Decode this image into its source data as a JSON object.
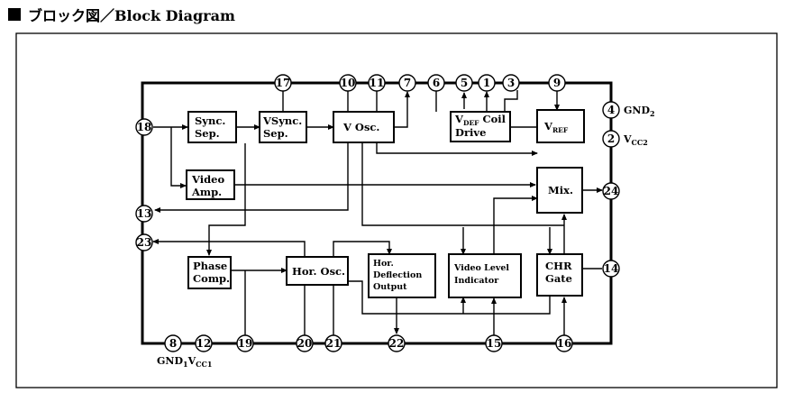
{
  "heading": {
    "title": "ブロック図／Block Diagram"
  },
  "blocks": {
    "sync_sep": [
      "Sync.",
      "Sep."
    ],
    "vsync_sep": [
      "VSync.",
      "Sep."
    ],
    "v_osc": "V Osc.",
    "vdef_coil_drive": {
      "v": "V",
      "sub": "DEF",
      "rest": " Coil",
      "line2": "Drive"
    },
    "vref": {
      "v": "V",
      "sub": "REF"
    },
    "video_amp": [
      "Video",
      "Amp."
    ],
    "mix": "Mix.",
    "phase_comp": [
      "Phase",
      "Comp."
    ],
    "hor_osc": "Hor. Osc.",
    "hor_deflection_output": [
      "Hor.",
      "Deflection",
      "Output"
    ],
    "video_level_indicator": [
      "Video Level",
      "Indicator"
    ],
    "chr_gate": [
      "CHR",
      "Gate"
    ]
  },
  "pins": {
    "p17": "17",
    "p10": "10",
    "p11": "11",
    "p7": "7",
    "p6": "6",
    "p5": "5",
    "p1": "1",
    "p3": "3",
    "p9": "9",
    "p4": "4",
    "p2": "2",
    "p18": "18",
    "p13": "13",
    "p23": "23",
    "p24": "24",
    "p14": "14",
    "p8": "8",
    "p12": "12",
    "p19": "19",
    "p20": "20",
    "p21": "21",
    "p22": "22",
    "p15": "15",
    "p16": "16"
  },
  "pin_labels": {
    "gnd2": {
      "main": "GND",
      "sub": "2"
    },
    "vcc2": {
      "main": "V",
      "sub": "CC2"
    },
    "gnd1": {
      "main": "GND",
      "sub": "1"
    },
    "vcc1": {
      "main": "V",
      "sub": "CC1"
    }
  }
}
